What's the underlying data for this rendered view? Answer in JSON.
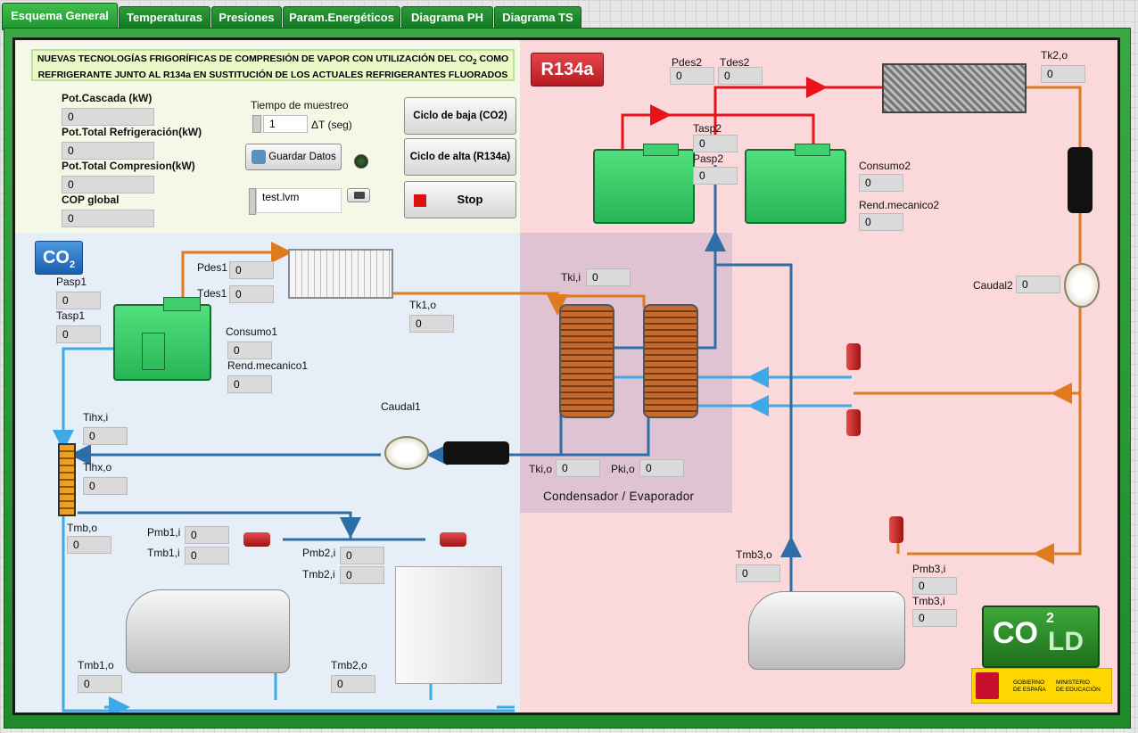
{
  "tabs": [
    "Esquema General",
    "Temperaturas",
    "Presiones",
    "Param.Energéticos",
    "Diagrama PH",
    "Diagrama TS"
  ],
  "notice": {
    "line1": "NUEVAS TECNOLOGÍAS FRIGORÍFICAS DE COMPRESIÓN DE VAPOR CON UTILIZACIÓN DEL CO",
    "sub": "2",
    "line1b": " COMO",
    "line2": "REFRIGERANTE JUNTO AL R134a EN SUSTITUCIÓN DE LOS ACTUALES  REFRIGERANTES FLUORADOS"
  },
  "summary": {
    "pot_cascada_label": "Pot.Cascada (kW)",
    "pot_cascada": "0",
    "pot_refrig_label": "Pot.Total Refrigeración(kW)",
    "pot_refrig": "0",
    "pot_comp_label": "Pot.Total Compresion(kW)",
    "pot_comp": "0",
    "cop_label": "COP global",
    "cop": "0"
  },
  "controls": {
    "tiempo_label": "Tiempo de muestreo",
    "tiempo_value": "1",
    "dt_label": "ΔT (seg)",
    "guardar_label": "Guardar Datos",
    "file_path": "test.lvm",
    "ciclo_baja": "Ciclo de baja (CO2)",
    "ciclo_alta": "Ciclo de alta (R134a)",
    "stop": "Stop"
  },
  "badges": {
    "co2": "CO",
    "co2_sub": "2",
    "r134": "R134a"
  },
  "co2": {
    "pasp1_label": "Pasp1",
    "pasp1": "0",
    "tasp1_label": "Tasp1",
    "tasp1": "0",
    "pdes1_label": "Pdes1",
    "pdes1": "0",
    "tdes1_label": "Tdes1",
    "tdes1": "0",
    "consumo1_label": "Consumo1",
    "consumo1": "0",
    "rend1_label": "Rend.mecanico1",
    "rend1": "0",
    "tk1o_label": "Tk1,o",
    "tk1o": "0",
    "tihxi_label": "Tihx,i",
    "tihxi": "0",
    "tihxo_label": "Tihx,o",
    "tihxo": "0",
    "caudal1_label": "Caudal1",
    "tmbo_label": "Tmb,o",
    "tmbo": "0",
    "pmb1i_label": "Pmb1,i",
    "pmb1i": "0",
    "tmb1i_label": "Tmb1,i",
    "tmb1i": "0",
    "pmb2i_label": "Pmb2,i",
    "pmb2i": "0",
    "tmb2i_label": "Tmb2,i",
    "tmb2i": "0",
    "tmb1o_label": "Tmb1,o",
    "tmb1o": "0",
    "tmb2o_label": "Tmb2,o",
    "tmb2o": "0"
  },
  "cond": {
    "tkii_label": "Tki,i",
    "tkii": "0",
    "tkio_label": "Tki,o",
    "tkio": "0",
    "pkio_label": "Pki,o",
    "pkio": "0",
    "title": "Condensador  / Evaporador"
  },
  "r134": {
    "pdes2_label": "Pdes2",
    "pdes2": "0",
    "tdes2_label": "Tdes2",
    "tdes2": "0",
    "tk2o_label": "Tk2,o",
    "tk2o": "0",
    "tasp2_label": "Tasp2",
    "tasp2": "0",
    "pasp2_label": "Pasp2",
    "pasp2": "0",
    "consumo2_label": "Consumo2",
    "consumo2": "0",
    "rend2_label": "Rend.mecanico2",
    "rend2": "0",
    "caudal2_label": "Caudal2",
    "caudal2": "0",
    "tmb3o_label": "Tmb3,o",
    "tmb3o": "0",
    "pmb3i_label": "Pmb3,i",
    "pmb3i": "0",
    "tmb3i_label": "Tmb3,i",
    "tmb3i": "0"
  },
  "logos": {
    "co2ld": "CO",
    "co2ld_sup": "2",
    "co2ld_ld": "LD",
    "gob1": "GOBIERNO",
    "gob2": "DE ESPAÑA",
    "min1": "MINISTERIO",
    "min2": "DE EDUCACIÓN"
  },
  "colors": {
    "orange": "#e07a1e",
    "blue_dark": "#2e6ea6",
    "blue_light": "#3fa9e8",
    "red": "#e8141a",
    "green_comp": "#3ecf6e"
  }
}
